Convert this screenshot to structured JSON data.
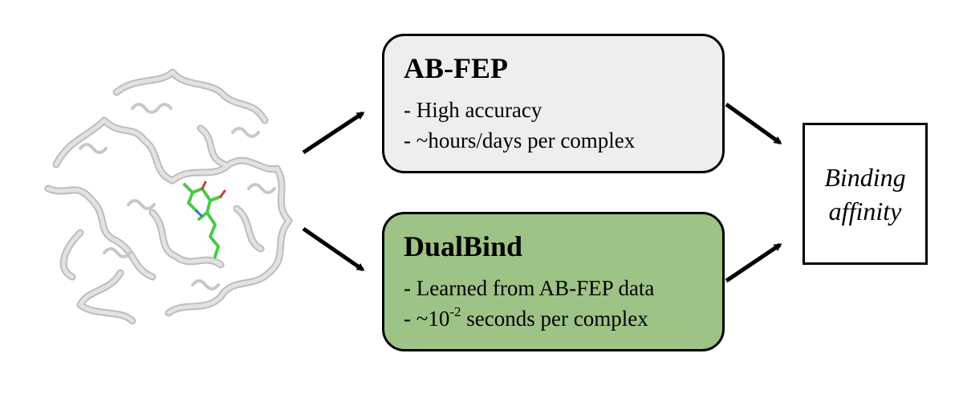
{
  "fep_box": {
    "title": "AB-FEP",
    "line1": "- High accuracy",
    "line2": "- ~hours/days per complex"
  },
  "dual_box": {
    "title": "DualBind",
    "line1": "- Learned from AB-FEP data",
    "line2_prefix": "- ~10",
    "line2_exponent": "-2",
    "line2_suffix": " seconds per complex"
  },
  "result_box": {
    "line1": "Binding",
    "line2": "affinity"
  },
  "colors": {
    "fep_fill": "#eeeeee",
    "dual_fill": "#9ec386",
    "ribbon": "#d9d9d9",
    "ligand": "#4cc94c"
  },
  "icons": {
    "protein": "protein-ribbon-structure-image"
  }
}
